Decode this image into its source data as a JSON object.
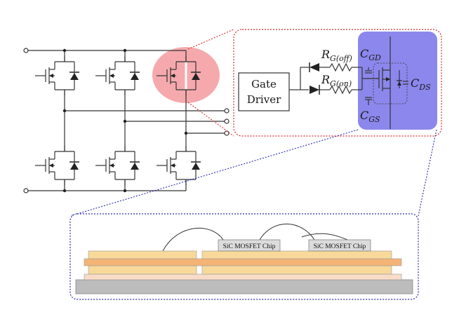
{
  "diagram": {
    "gate_driver": {
      "line1": "Gate",
      "line2": "Driver"
    },
    "labels": {
      "rg_off": {
        "base": "R",
        "sub": "G(off)"
      },
      "rg_on": {
        "base": "R",
        "sub": "G(on)"
      },
      "cgd": {
        "base": "C",
        "sub": "GD"
      },
      "cgs": {
        "base": "C",
        "sub": "GS"
      },
      "cds": {
        "base": "C",
        "sub": "DS"
      }
    },
    "chips": [
      "SiC MOSFET Chip",
      "SiC MOSFET Chip"
    ],
    "colors": {
      "highlight": "#f4a0a4",
      "blue_region": "#8c87ec",
      "zoom_red": "#d42a2a",
      "zoom_blue": "#2a2ab4",
      "pcb": "#f8d99a",
      "pcb_orange": "#f4b476",
      "chip": "#dcdcdc",
      "baseplate": "#bcbcbc",
      "substrate": "#f8dcc8"
    }
  }
}
